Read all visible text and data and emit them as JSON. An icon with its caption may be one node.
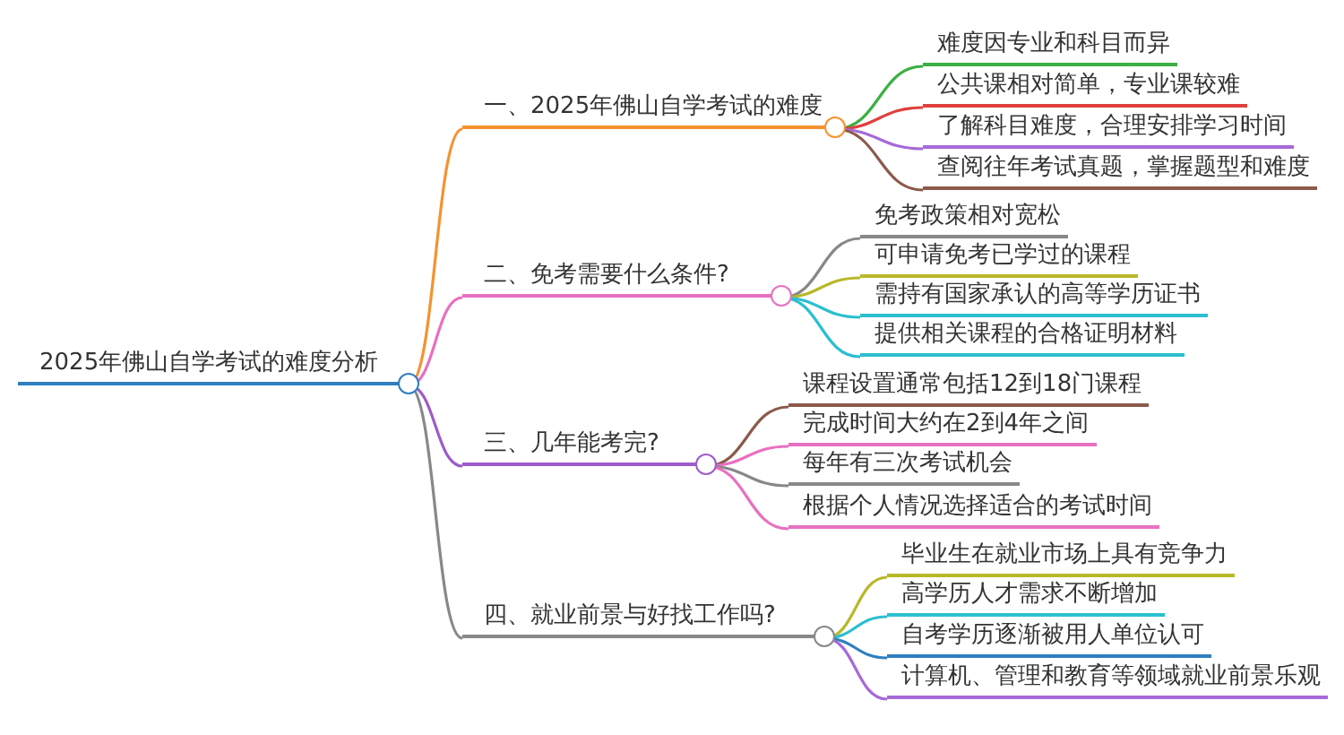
{
  "diagram": {
    "nodes": [
      {
        "text": [
          "2025年佛山自学考试的难度分析"
        ]
      },
      {
        "text": [
          "一、2025年佛山自学考试的难度"
        ]
      },
      {
        "text": [
          "难度因专业和科目而异"
        ]
      },
      {
        "text": [
          "公共课相对简单，专业课较难"
        ]
      },
      {
        "text": [
          "了解科目难度，合理安排学习时间"
        ]
      },
      {
        "text": [
          "查阅往年考试真题，掌握题型和难度"
        ]
      },
      {
        "text": [
          "二、免考需要什么条件?"
        ]
      },
      {
        "text": [
          "免考政策相对宽松"
        ]
      },
      {
        "text": [
          "可申请免考已学过的课程"
        ]
      },
      {
        "text": [
          "需持有国家承认的高等学历证书"
        ]
      },
      {
        "text": [
          "提供相关课程的合格证明材料"
        ]
      },
      {
        "text": [
          "三、几年能考完?"
        ]
      },
      {
        "text": [
          "课程设置通常包括12到18门课程"
        ]
      },
      {
        "text": [
          "完成时间大约在2到4年之间"
        ]
      },
      {
        "text": [
          "每年有三次考试机会"
        ]
      },
      {
        "text": [
          "根据个人情况选择适合的考试时间"
        ]
      },
      {
        "text": [
          "四、就业前景与好找工作吗?"
        ]
      },
      {
        "text": [
          "毕业生在就业市场上具有竞争力"
        ]
      },
      {
        "text": [
          "高学历人才需求不断增加"
        ]
      },
      {
        "text": [
          "自考学历逐渐被用人单位认可"
        ]
      },
      {
        "text": [
          "计算机、管理和教育等领域就业前景乐观"
        ]
      }
    ],
    "edges": [
      {
        "from": 0,
        "to": 1,
        "arrow": "none",
        "color": "#f5922f"
      },
      {
        "from": 1,
        "to": 2,
        "arrow": "none",
        "color": "#3cb043"
      },
      {
        "from": 1,
        "to": 3,
        "arrow": "none",
        "color": "#e0403d"
      },
      {
        "from": 1,
        "to": 4,
        "arrow": "none",
        "color": "#a66ad8"
      },
      {
        "from": 1,
        "to": 5,
        "arrow": "none",
        "color": "#8b5a4a"
      },
      {
        "from": 0,
        "to": 6,
        "arrow": "none",
        "color": "#e870c0"
      },
      {
        "from": 6,
        "to": 7,
        "arrow": "none",
        "color": "#888888"
      },
      {
        "from": 6,
        "to": 8,
        "arrow": "none",
        "color": "#b8b829"
      },
      {
        "from": 6,
        "to": 9,
        "arrow": "none",
        "color": "#2bbfd0"
      },
      {
        "from": 6,
        "to": 10,
        "arrow": "none",
        "color": "#2bbfd0"
      },
      {
        "from": 0,
        "to": 11,
        "arrow": "none",
        "color": "#9c5cc9"
      },
      {
        "from": 11,
        "to": 12,
        "arrow": "none",
        "color": "#8b5a4a"
      },
      {
        "from": 11,
        "to": 13,
        "arrow": "none",
        "color": "#e870c0"
      },
      {
        "from": 11,
        "to": 14,
        "arrow": "none",
        "color": "#888888"
      },
      {
        "from": 11,
        "to": 15,
        "arrow": "none",
        "color": "#e870c0"
      },
      {
        "from": 0,
        "to": 16,
        "arrow": "none",
        "color": "#888888"
      },
      {
        "from": 16,
        "to": 17,
        "arrow": "none",
        "color": "#b8b829"
      },
      {
        "from": 16,
        "to": 18,
        "arrow": "none",
        "color": "#2bbfd0"
      },
      {
        "from": 16,
        "to": 19,
        "arrow": "none",
        "color": "#2f7fc0"
      },
      {
        "from": 16,
        "to": 20,
        "arrow": "none",
        "color": "#a66ad8"
      }
    ]
  }
}
